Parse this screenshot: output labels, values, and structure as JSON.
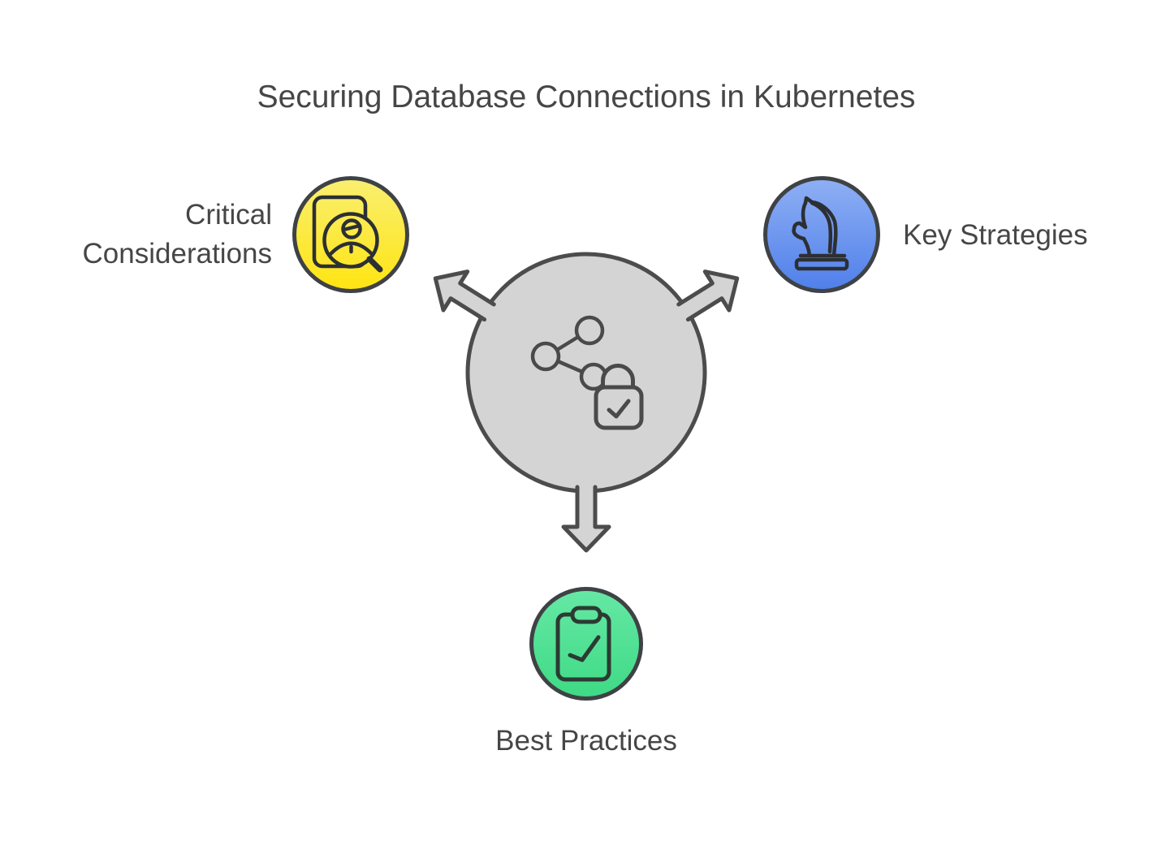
{
  "title": "Securing Database Connections in Kubernetes",
  "text_color": "#464646",
  "hub": {
    "icon": "share-lock",
    "fill": "#d4d4d4",
    "stroke": "#4c4c4c"
  },
  "nodes": {
    "critical": {
      "label": "Critical Considerations",
      "icon": "document-user-search",
      "color_top": "#f9ef72",
      "color_bottom": "#ffe411"
    },
    "strategies": {
      "label": "Key Strategies",
      "icon": "chess-knight",
      "color_top": "#8fb0f4",
      "color_bottom": "#4f7fea"
    },
    "practices": {
      "label": "Best Practices",
      "icon": "clipboard-check",
      "color_top": "#66e8a5",
      "color_bottom": "#3eda85"
    }
  }
}
